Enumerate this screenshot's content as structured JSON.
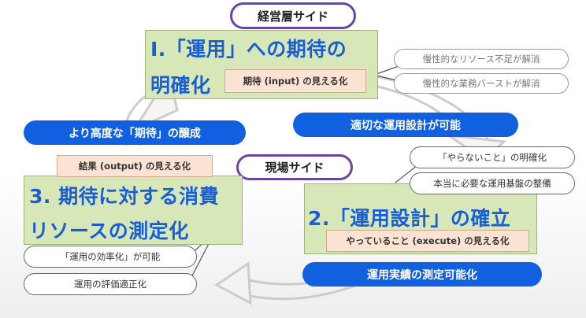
{
  "labels": {
    "executive_side": "経営層サイド",
    "field_side": "現場サイド"
  },
  "box1": {
    "title_line1": "I.「運用」への期待の",
    "title_line2": "明確化",
    "sub": "期待 (input) の見える化"
  },
  "box2": {
    "title": "2.「運用設計」の確立",
    "sub": "やっていること (execute) の見える化"
  },
  "box3": {
    "title_line1": "3. 期待に対する消費",
    "title_line2": "リソースの測定化",
    "sub": "結果 (output) の見える化"
  },
  "callouts": {
    "shortage_resolved": "慢性的なリソース不足が解消",
    "burst_resolved": "慢性的な業務バーストが解消",
    "design_possible": "適切な運用設計が可能",
    "expectation_growth": "より高度な「期待」の醸成",
    "not_do_clear": "「やらないこと」の明確化",
    "base_setup": "本当に必要な運用基盤の整備",
    "efficiency_possible": "「運用の効率化」が可能",
    "evaluation": "運用の評価適正化",
    "measure_possible": "運用実績の測定可能化"
  },
  "colors": {
    "box_fill": "#d7e7b8",
    "title_blue": "#1a5ed6",
    "pill_blue": "#1160e0",
    "pill_purple": "#6a45a6",
    "sub_fill": "#fbe3d3"
  }
}
